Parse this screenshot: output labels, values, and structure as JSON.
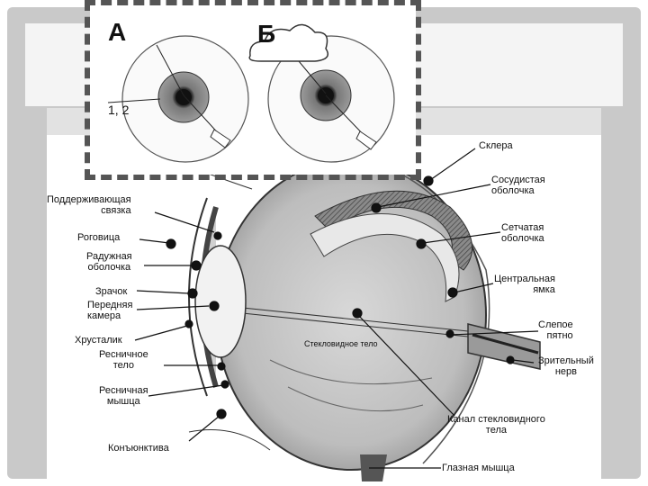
{
  "inset": {
    "letter_a": "А",
    "letter_b": "Б",
    "marker": "1, 2"
  },
  "labels": {
    "sclera": "Склера",
    "choroid": "Сосудистая\nоболочка",
    "retina": "Сетчатая\nоболочка",
    "fovea": "Центральная\nямка",
    "blind_spot": "Слепое\nпятно",
    "optic_nerve": "Зрительный\nнерв",
    "vitreous_canal": "Канал стекловидного\nтела",
    "eye_muscle": "Глазная мышца",
    "zonule": "Поддерживающая\nсвязка",
    "cornea": "Роговица",
    "iris": "Радужная\nоболочка",
    "pupil": "Зрачок",
    "anterior_chamber": "Передняя\nкамера",
    "lens": "Хрусталик",
    "ciliary_body": "Ресничное\nтело",
    "ciliary_muscle": "Ресничная\nмышца",
    "conjunctiva": "Конъюнктива",
    "vitreous_body": "Стекловидное тело"
  },
  "colors": {
    "background_band": "#c9c9c9",
    "diagram_ink": "#111111",
    "tissue_grey": "#9a9a9a"
  }
}
